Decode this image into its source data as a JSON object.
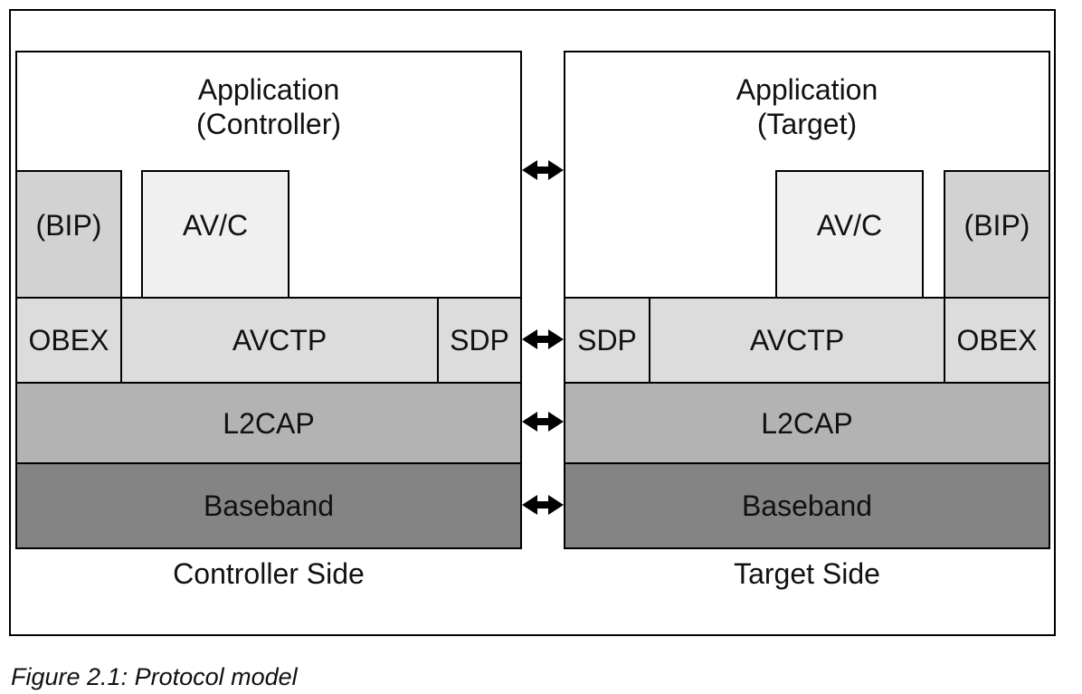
{
  "figure": {
    "caption": "Figure 2.1: Protocol model"
  },
  "diagram": {
    "left": {
      "application_line1": "Application",
      "application_line2": "(Controller)",
      "bip": "(BIP)",
      "avc": "AV/C",
      "obex": "OBEX",
      "avctp": "AVCTP",
      "sdp": "SDP",
      "l2cap": "L2CAP",
      "baseband": "Baseband",
      "side_label": "Controller Side"
    },
    "right": {
      "application_line1": "Application",
      "application_line2": "(Target)",
      "sdp": "SDP",
      "avctp": "AVCTP",
      "obex": "OBEX",
      "avc": "AV/C",
      "bip": "(BIP)",
      "l2cap": "L2CAP",
      "baseband": "Baseband",
      "side_label": "Target Side"
    },
    "arrows": [
      "application-level-link",
      "sdp-level-link",
      "l2cap-level-link",
      "baseband-level-link"
    ],
    "icons": {
      "link": "double-horizontal-arrow"
    },
    "colors": {
      "border": "#000000",
      "application_bg": "#ffffff",
      "bip_bg": "#d2d2d2",
      "avc_bg": "#f0f0f0",
      "transport_row_bg": "#dcdcdc",
      "l2cap_bg": "#b3b3b3",
      "baseband_bg": "#848484",
      "text": "#111111"
    }
  }
}
